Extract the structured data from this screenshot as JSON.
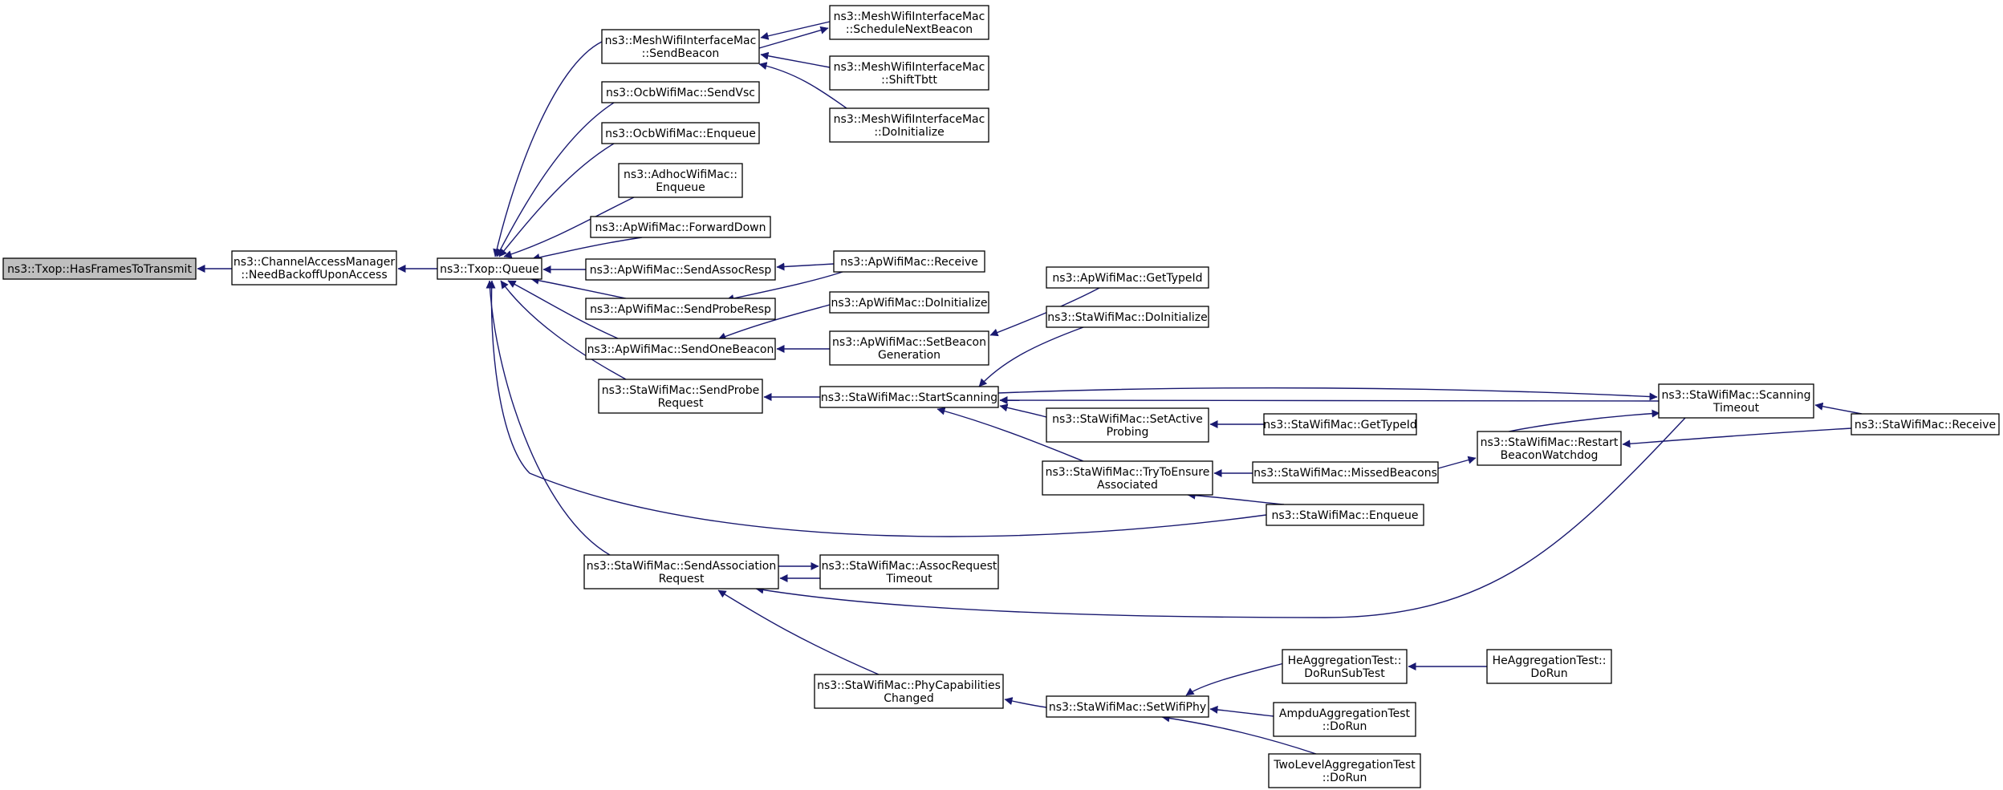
{
  "colors": {
    "edge": "#191970",
    "root_fill": "#bfbfbf",
    "node_fill": "#ffffff",
    "node_border": "#000000"
  },
  "nodes": [
    {
      "id": "txop_hasframes",
      "lines": [
        "ns3::Txop::HasFramesToTransmit"
      ],
      "root": true
    },
    {
      "id": "cam_needbackoff",
      "lines": [
        "ns3::ChannelAccessManager",
        "::NeedBackoffUponAccess"
      ]
    },
    {
      "id": "txop_queue",
      "lines": [
        "ns3::Txop::Queue"
      ]
    },
    {
      "id": "mesh_sendbeacon",
      "lines": [
        "ns3::MeshWifiInterfaceMac",
        "::SendBeacon"
      ]
    },
    {
      "id": "mesh_schedulenext",
      "lines": [
        "ns3::MeshWifiInterfaceMac",
        "::ScheduleNextBeacon"
      ]
    },
    {
      "id": "mesh_shifttbtt",
      "lines": [
        "ns3::MeshWifiInterfaceMac",
        "::ShiftTbtt"
      ]
    },
    {
      "id": "mesh_doinit",
      "lines": [
        "ns3::MeshWifiInterfaceMac",
        "::DoInitialize"
      ]
    },
    {
      "id": "ocb_sendvsc",
      "lines": [
        "ns3::OcbWifiMac::SendVsc"
      ]
    },
    {
      "id": "ocb_enqueue",
      "lines": [
        "ns3::OcbWifiMac::Enqueue"
      ]
    },
    {
      "id": "adhoc_enqueue",
      "lines": [
        "ns3::AdhocWifiMac::",
        "Enqueue"
      ]
    },
    {
      "id": "ap_forwarddown",
      "lines": [
        "ns3::ApWifiMac::ForwardDown"
      ]
    },
    {
      "id": "ap_sendassocresp",
      "lines": [
        "ns3::ApWifiMac::SendAssocResp"
      ]
    },
    {
      "id": "ap_receive",
      "lines": [
        "ns3::ApWifiMac::Receive"
      ]
    },
    {
      "id": "ap_sendproberesp",
      "lines": [
        "ns3::ApWifiMac::SendProbeResp"
      ]
    },
    {
      "id": "ap_doinit",
      "lines": [
        "ns3::ApWifiMac::DoInitialize"
      ]
    },
    {
      "id": "ap_sendonebeacon",
      "lines": [
        "ns3::ApWifiMac::SendOneBeacon"
      ]
    },
    {
      "id": "ap_setbeacongen",
      "lines": [
        "ns3::ApWifiMac::SetBeacon",
        "Generation"
      ]
    },
    {
      "id": "ap_gettypeid",
      "lines": [
        "ns3::ApWifiMac::GetTypeId"
      ]
    },
    {
      "id": "sta_doinit",
      "lines": [
        "ns3::StaWifiMac::DoInitialize"
      ]
    },
    {
      "id": "sta_sendprobereq",
      "lines": [
        "ns3::StaWifiMac::SendProbe",
        "Request"
      ]
    },
    {
      "id": "sta_startscanning",
      "lines": [
        "ns3::StaWifiMac::StartScanning"
      ]
    },
    {
      "id": "sta_scanningtimeout",
      "lines": [
        "ns3::StaWifiMac::Scanning",
        "Timeout"
      ]
    },
    {
      "id": "sta_receive",
      "lines": [
        "ns3::StaWifiMac::Receive"
      ]
    },
    {
      "id": "sta_setactiveprobing",
      "lines": [
        "ns3::StaWifiMac::SetActive",
        "Probing"
      ]
    },
    {
      "id": "sta_gettypeid",
      "lines": [
        "ns3::StaWifiMac::GetTypeId"
      ]
    },
    {
      "id": "sta_restartbeacon",
      "lines": [
        "ns3::StaWifiMac::Restart",
        "BeaconWatchdog"
      ]
    },
    {
      "id": "sta_trytoensure",
      "lines": [
        "ns3::StaWifiMac::TryToEnsure",
        "Associated"
      ]
    },
    {
      "id": "sta_missedbeacons",
      "lines": [
        "ns3::StaWifiMac::MissedBeacons"
      ]
    },
    {
      "id": "sta_enqueue",
      "lines": [
        "ns3::StaWifiMac::Enqueue"
      ]
    },
    {
      "id": "sta_sendassocreq",
      "lines": [
        "ns3::StaWifiMac::SendAssociation",
        "Request"
      ]
    },
    {
      "id": "sta_assocreqtimeout",
      "lines": [
        "ns3::StaWifiMac::AssocRequest",
        "Timeout"
      ]
    },
    {
      "id": "sta_phycapchanged",
      "lines": [
        "ns3::StaWifiMac::PhyCapabilities",
        "Changed"
      ]
    },
    {
      "id": "sta_setwifiphy",
      "lines": [
        "ns3::StaWifiMac::SetWifiPhy"
      ]
    },
    {
      "id": "he_dorunsubtest",
      "lines": [
        "HeAggregationTest::",
        "DoRunSubTest"
      ]
    },
    {
      "id": "he_dorun",
      "lines": [
        "HeAggregationTest::",
        "DoRun"
      ]
    },
    {
      "id": "ampdu_dorun",
      "lines": [
        "AmpduAggregationTest",
        "::DoRun"
      ]
    },
    {
      "id": "twolevel_dorun",
      "lines": [
        "TwoLevelAggregationTest",
        "::DoRun"
      ]
    }
  ],
  "edges": [
    {
      "from": "cam_needbackoff",
      "to": "txop_hasframes"
    },
    {
      "from": "txop_queue",
      "to": "cam_needbackoff"
    },
    {
      "from": "mesh_sendbeacon",
      "to": "txop_queue"
    },
    {
      "from": "ocb_sendvsc",
      "to": "txop_queue"
    },
    {
      "from": "ocb_enqueue",
      "to": "txop_queue"
    },
    {
      "from": "adhoc_enqueue",
      "to": "txop_queue"
    },
    {
      "from": "ap_forwarddown",
      "to": "txop_queue"
    },
    {
      "from": "ap_sendassocresp",
      "to": "txop_queue"
    },
    {
      "from": "ap_sendproberesp",
      "to": "txop_queue"
    },
    {
      "from": "ap_sendonebeacon",
      "to": "txop_queue"
    },
    {
      "from": "sta_sendprobereq",
      "to": "txop_queue"
    },
    {
      "from": "sta_enqueue",
      "to": "txop_queue"
    },
    {
      "from": "sta_sendassocreq",
      "to": "txop_queue"
    },
    {
      "from": "mesh_schedulenext",
      "to": "mesh_sendbeacon"
    },
    {
      "from": "mesh_sendbeacon",
      "to": "mesh_schedulenext"
    },
    {
      "from": "mesh_shifttbtt",
      "to": "mesh_sendbeacon"
    },
    {
      "from": "mesh_doinit",
      "to": "mesh_sendbeacon"
    },
    {
      "from": "ap_receive",
      "to": "ap_sendassocresp"
    },
    {
      "from": "ap_receive",
      "to": "ap_sendproberesp"
    },
    {
      "from": "ap_doinit",
      "to": "ap_sendonebeacon"
    },
    {
      "from": "ap_setbeacongen",
      "to": "ap_sendonebeacon"
    },
    {
      "from": "ap_gettypeid",
      "to": "ap_setbeacongen"
    },
    {
      "from": "sta_startscanning",
      "to": "sta_sendprobereq"
    },
    {
      "from": "sta_doinit",
      "to": "sta_startscanning"
    },
    {
      "from": "sta_scanningtimeout",
      "to": "sta_startscanning"
    },
    {
      "from": "sta_startscanning",
      "to": "sta_scanningtimeout"
    },
    {
      "from": "sta_setactiveprobing",
      "to": "sta_startscanning"
    },
    {
      "from": "sta_trytoensure",
      "to": "sta_startscanning"
    },
    {
      "from": "sta_gettypeid",
      "to": "sta_setactiveprobing"
    },
    {
      "from": "sta_receive",
      "to": "sta_scanningtimeout"
    },
    {
      "from": "sta_restartbeacon",
      "to": "sta_scanningtimeout"
    },
    {
      "from": "sta_receive",
      "to": "sta_restartbeacon"
    },
    {
      "from": "sta_missedbeacons",
      "to": "sta_restartbeacon"
    },
    {
      "from": "sta_missedbeacons",
      "to": "sta_trytoensure"
    },
    {
      "from": "sta_enqueue",
      "to": "sta_trytoensure"
    },
    {
      "from": "sta_assocreqtimeout",
      "to": "sta_sendassocreq"
    },
    {
      "from": "sta_sendassocreq",
      "to": "sta_assocreqtimeout"
    },
    {
      "from": "sta_scanningtimeout",
      "to": "sta_sendassocreq"
    },
    {
      "from": "sta_phycapchanged",
      "to": "sta_sendassocreq"
    },
    {
      "from": "sta_setwifiphy",
      "to": "sta_phycapchanged"
    },
    {
      "from": "he_dorunsubtest",
      "to": "sta_setwifiphy"
    },
    {
      "from": "ampdu_dorun",
      "to": "sta_setwifiphy"
    },
    {
      "from": "twolevel_dorun",
      "to": "sta_setwifiphy"
    },
    {
      "from": "he_dorun",
      "to": "he_dorunsubtest"
    }
  ]
}
